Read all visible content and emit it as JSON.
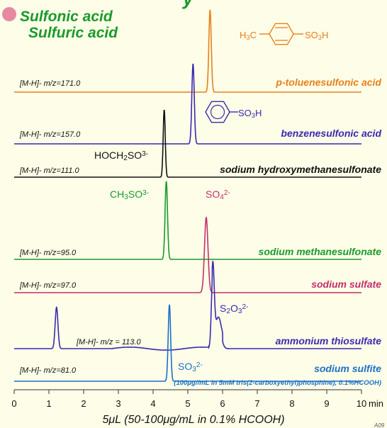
{
  "header": {
    "title_fragment": "y",
    "line1": "Sulfonic acid",
    "line2": "Sulfuric acid",
    "dot_color": "#e58aa0",
    "top_color": "#1a9a2a"
  },
  "chart_data": {
    "type": "line",
    "xlabel": "5μL (50-100μg/mL in 0.1% HCOOH)",
    "x_unit": "min",
    "xlim": [
      0,
      10
    ],
    "xticks": [
      0,
      1,
      2,
      3,
      4,
      5,
      6,
      7,
      8,
      9,
      10
    ],
    "footnote": "(100μg//mL in 5mM tris(2-carboxyethyl)phosphine), 0.1%HCOOH)",
    "corner_mark": "A09",
    "series": [
      {
        "name": "p-toluenesulfonic acid",
        "color": "#e8801a",
        "mz": "[M-H]- m/z=171.0",
        "peaks": [
          {
            "t": 5.64,
            "h": 1.0,
            "w": 0.035
          }
        ],
        "formula": "H3C-C6H4-SO3H"
      },
      {
        "name": "benzenesulfonic acid",
        "color": "#3a2ab0",
        "mz": "[M-H]- m/z=157.0",
        "peaks": [
          {
            "t": 5.15,
            "h": 1.0,
            "w": 0.035
          }
        ],
        "formula": "C6H5-SO3H"
      },
      {
        "name": "sodium hydroxymethanesulfonate",
        "color": "#111111",
        "mz": "[M-H]- m/z=111.0",
        "peaks": [
          {
            "t": 4.32,
            "h": 1.0,
            "w": 0.03
          }
        ],
        "label": "HOCH2SO3-"
      },
      {
        "name": "sodium methanesulfonate",
        "color": "#1a9a2a",
        "mz": "[M-H]- m/z=95.0",
        "peaks": [
          {
            "t": 4.38,
            "h": 1.0,
            "w": 0.035
          }
        ],
        "label": "CH3SO3-"
      },
      {
        "name": "sodium sulfate",
        "color": "#c2306a",
        "mz": "[M-H]- m/z=97.0",
        "peaks": [
          {
            "t": 5.53,
            "h": 1.0,
            "w": 0.05
          }
        ],
        "label": "SO42-"
      },
      {
        "name": "ammonium thiosulfate",
        "color": "#3a2ab0",
        "mz": "[M-H]- m/z = 113.0",
        "peaks": [
          {
            "t": 1.22,
            "h": 0.55,
            "w": 0.04
          },
          {
            "t": 5.72,
            "h": 1.0,
            "w": 0.04
          },
          {
            "t": 5.88,
            "h": 0.3,
            "w": 0.08
          }
        ],
        "label": "S2O32-"
      },
      {
        "name": "sodium sulfite",
        "color": "#1a70c8",
        "mz": "[M-H]- m/z=81.0",
        "peaks": [
          {
            "t": 4.47,
            "h": 1.0,
            "w": 0.035
          }
        ],
        "label": "SO32-"
      }
    ]
  }
}
